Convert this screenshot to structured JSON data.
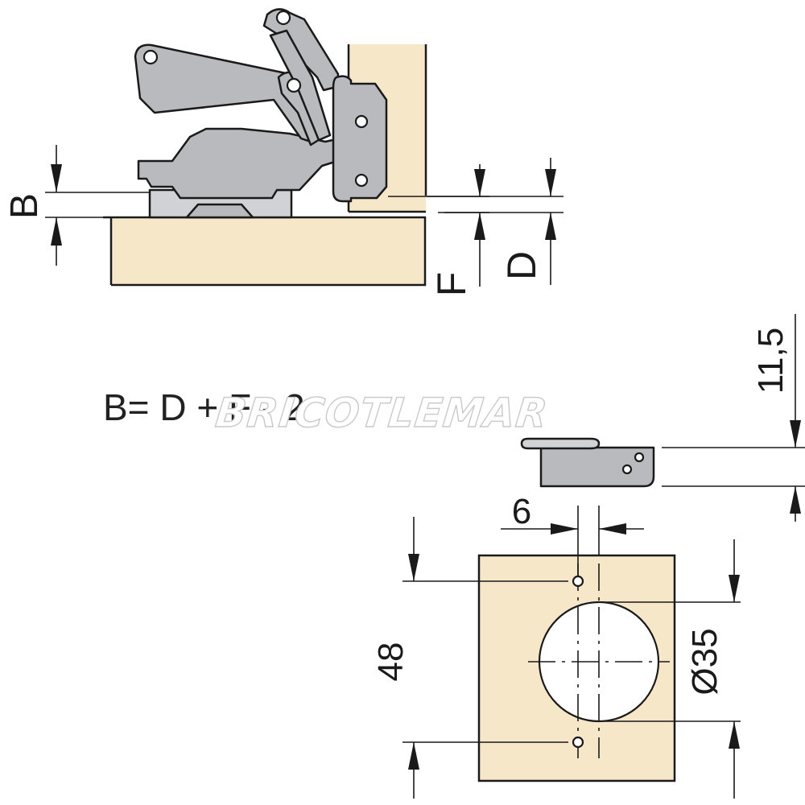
{
  "labels": {
    "b": "B",
    "f": "F",
    "d": "D",
    "plate_height": "11,5",
    "offset": "6",
    "height": "48",
    "diameter": "Ø35"
  },
  "formula": "B= D + F - 2",
  "watermark": "BRICOTLEMAR",
  "colors": {
    "wood": "#f6e7c9",
    "metal": "#b9babd",
    "line": "#1a1a1a"
  }
}
